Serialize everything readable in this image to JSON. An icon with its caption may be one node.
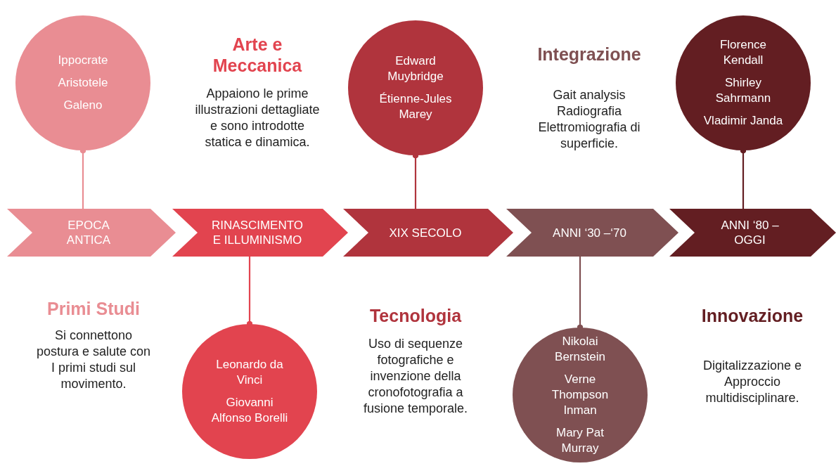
{
  "diagram": {
    "nodes": [
      {
        "text": [
          "Ippocrate",
          "Aristotele",
          "Galeno"
        ]
      },
      {
        "text": [
          "Edward Muybridge",
          "Étienne-Jules Marey"
        ]
      },
      {
        "text": [
          "Florence Kendall",
          "Shirley Sahrmann",
          "Vladimir Janda"
        ]
      },
      {
        "text": [
          "EPOCA ANTICA"
        ]
      },
      {
        "text": [
          "RINASCIMENTO E ILLUMINISMO"
        ]
      },
      {
        "text": [
          "XIX SECOLO"
        ]
      },
      {
        "text": [
          "ANNI ‘30 –‘70"
        ]
      },
      {
        "text": [
          "ANNI ‘80 – OGGI"
        ]
      },
      {
        "text": [
          "Leonardo da Vinci",
          "Giovanni Alfonso Borelli"
        ]
      },
      {
        "text": [
          "Nikolai Bernstein",
          "Verne Thompson Inman",
          "Mary Pat Murray"
        ]
      }
    ],
    "edges": [
      {
        "from": 3,
        "to": 0,
        "arrow": "other",
        "color": "#e98d93"
      },
      {
        "from": 5,
        "to": 1,
        "arrow": "other",
        "color": "#b0343d"
      },
      {
        "from": 7,
        "to": 2,
        "arrow": "other",
        "color": "#631e22"
      },
      {
        "from": 4,
        "to": 8,
        "arrow": "other",
        "color": "#e2444f"
      },
      {
        "from": 6,
        "to": 9,
        "arrow": "other",
        "color": "#7f5052"
      }
    ],
    "labels": [
      "Arte e Meccanica",
      "Appaiono le prime illustrazioni dettagliate e sono introdotte statica e dinamica.",
      "Integrazione",
      "Gait analysis Radiografia Elettromiografia di superficie.",
      "Primi Studi",
      "Si connettono postura e salute con I primi studi sul movimento.",
      "Tecnologia",
      "Uso di sequenze fotografiche e invenzione della cronofotografia a fusione temporale.",
      "Innovazione",
      "Digitalizzazione e Approccio multidisciplinare."
    ]
  }
}
